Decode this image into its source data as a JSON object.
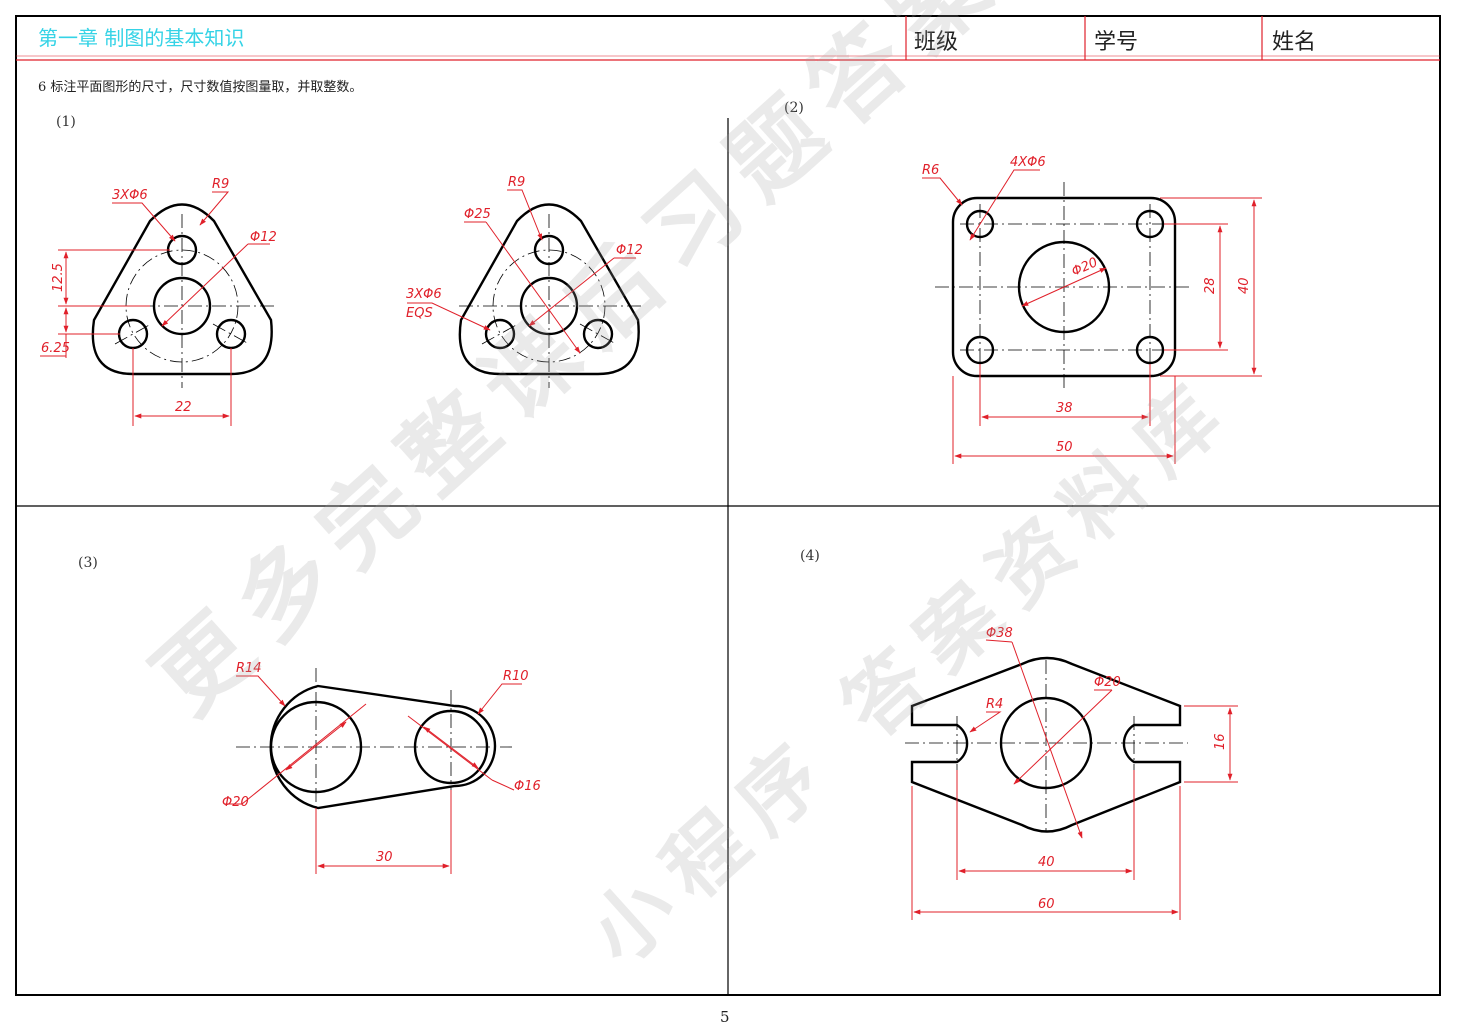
{
  "header": {
    "chapter_title": "第一章 制图的基本知识",
    "field_class": "班级",
    "field_student_no": "学号",
    "field_name": "姓名"
  },
  "task": {
    "text": "6  标注平面图形的尺寸，尺寸数值按图量取，并取整数。"
  },
  "panels": {
    "p1": {
      "label": "(1)",
      "left": {
        "d1": "3XΦ6",
        "d2": "R9",
        "d3": "Φ12",
        "d4": "12.5",
        "d5": "6.25",
        "d6": "22"
      },
      "right": {
        "d1": "R9",
        "d2": "Φ25",
        "d3": "Φ12",
        "d4a": "3XΦ6",
        "d4b": "EQS"
      }
    },
    "p2": {
      "label": "(2)",
      "d1": "R6",
      "d2": "4XΦ6",
      "d3": "Φ20",
      "d4": "28",
      "d5": "40",
      "d6": "38",
      "d7": "50"
    },
    "p3": {
      "label": "(3)",
      "d1": "R14",
      "d2": "R10",
      "d3": "Φ20",
      "d4": "Φ16",
      "d5": "30"
    },
    "p4": {
      "label": "(4)",
      "d1": "Φ38",
      "d2": "Φ20",
      "d3": "R4",
      "d4": "16",
      "d5": "40",
      "d6": "60"
    }
  },
  "watermark": {
    "line1": "更多完整课后习题答案",
    "line2": "小程序 答案资料库"
  },
  "page_number": "5",
  "colors": {
    "outline": "#000000",
    "dimension": "#e0202a",
    "header_line": "#e0202a",
    "title": "#35d3e6"
  }
}
